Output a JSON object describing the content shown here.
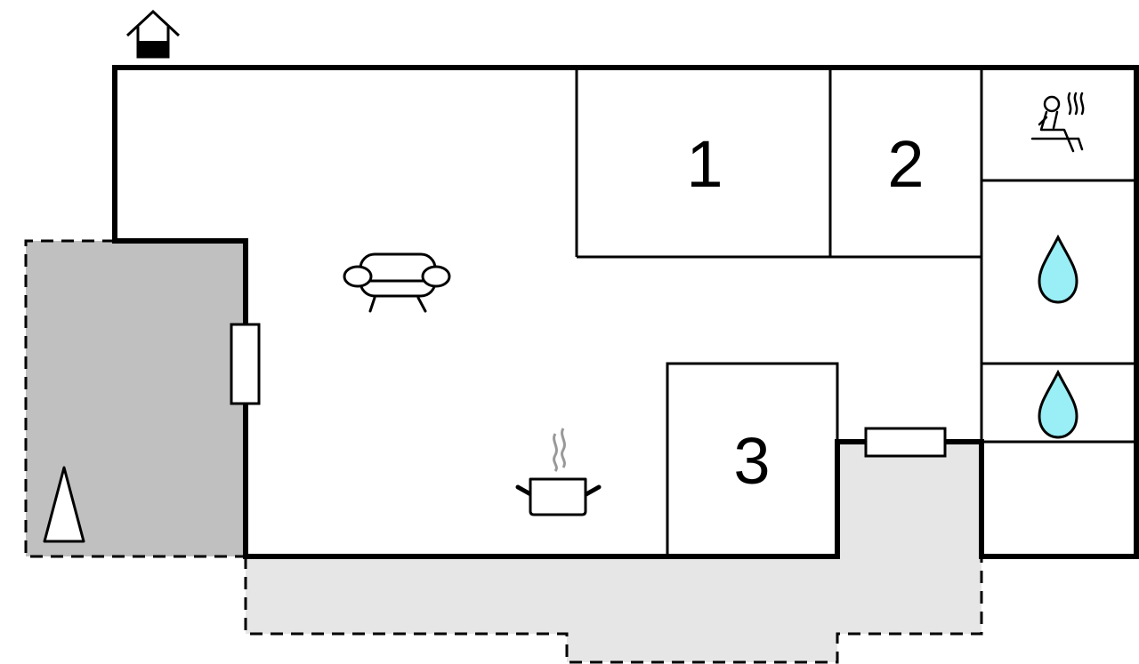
{
  "floorplan": {
    "rooms": [
      {
        "id": "room-1",
        "label": "1"
      },
      {
        "id": "room-2",
        "label": "2"
      },
      {
        "id": "room-3",
        "label": "3"
      }
    ],
    "icons": [
      "entrance-icon",
      "sofa-icon",
      "cooking-pot-icon",
      "sauna-icon",
      "water-drop-icon",
      "water-drop-icon",
      "triangle-marker-icon"
    ],
    "colors": {
      "wall": "#000000",
      "terrace_dark": "#c0c0c0",
      "terrace_light": "#e6e6e6",
      "water": "#9aeef5"
    }
  }
}
